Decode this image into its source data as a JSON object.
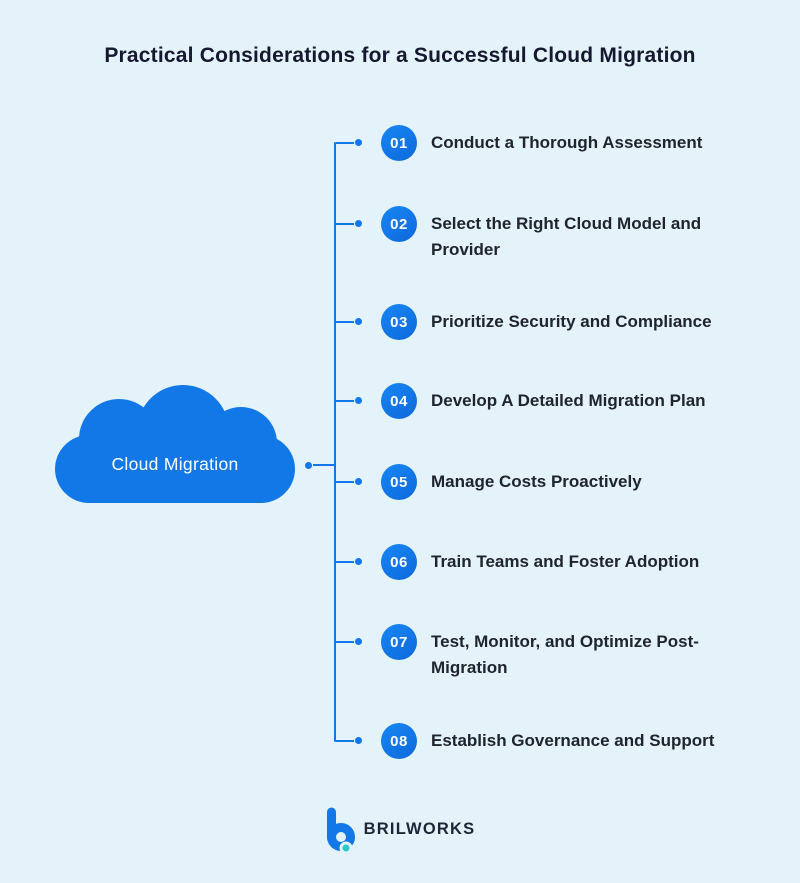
{
  "title": "Practical Considerations for a Successful Cloud Migration",
  "cloud": {
    "label": "Cloud Migration"
  },
  "items": [
    {
      "number": "01",
      "label": "Conduct a Thorough Assessment"
    },
    {
      "number": "02",
      "label": "Select the Right Cloud Model and Provider"
    },
    {
      "number": "03",
      "label": "Prioritize Security and Compliance"
    },
    {
      "number": "04",
      "label": "Develop A Detailed Migration Plan"
    },
    {
      "number": "05",
      "label": "Manage Costs Proactively"
    },
    {
      "number": "06",
      "label": "Train Teams and Foster Adoption"
    },
    {
      "number": "07",
      "label": "Test, Monitor, and Optimize Post-Migration"
    },
    {
      "number": "08",
      "label": "Establish Governance and Support"
    }
  ],
  "footer": {
    "brand": "BRILWORKS",
    "logo_icon": "brilworks-b-icon"
  },
  "colors": {
    "background": "#e4f3f9",
    "primary_blue": "#1278e8",
    "teal_accent": "#2cc5cb",
    "text_dark": "#20242f"
  }
}
